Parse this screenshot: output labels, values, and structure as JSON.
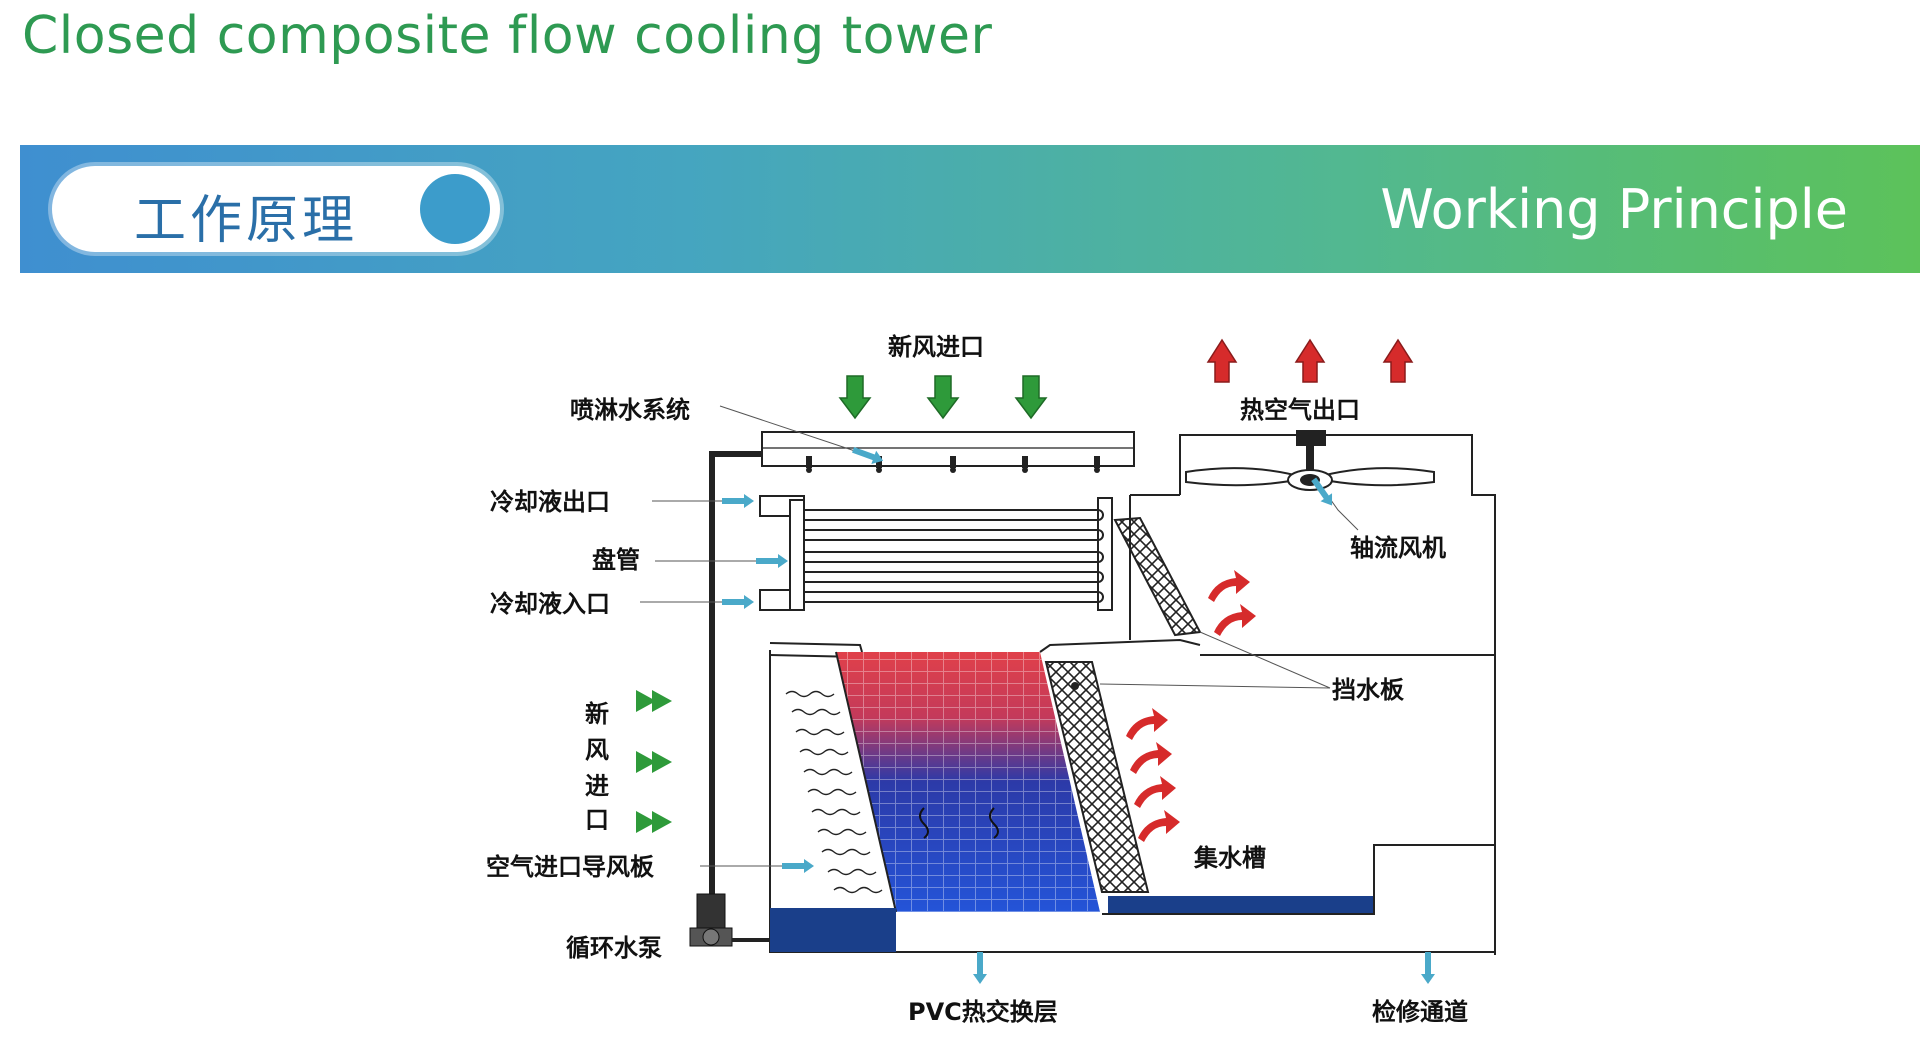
{
  "page": {
    "title": "Closed composite flow cooling tower",
    "section_cn": "工作原理",
    "section_en": "Working Principle"
  },
  "colors": {
    "title": "#2e9a52",
    "banner_start": "#3f8fd0",
    "banner_end": "#5cc25a",
    "hot_arrow": "#d62b2b",
    "fresh_arrow": "#2e9a3a",
    "pointer": "#4aa9c9",
    "fill_hot": "#e0404a",
    "fill_cold": "#2444c8",
    "basin_water": "#1a3f8a"
  },
  "diagram": {
    "labels": {
      "fresh_air_inlet_top": "新风进口",
      "hot_air_outlet": "热空气出口",
      "spray_system": "喷淋水系统",
      "coolant_outlet": "冷却液出口",
      "coil": "盘管",
      "coolant_inlet": "冷却液入口",
      "axial_fan": "轴流风机",
      "drift_eliminator": "挡水板",
      "fresh_air_inlet_side": [
        "新",
        "风",
        "进",
        "口"
      ],
      "air_inlet_louver": "空气进口导风板",
      "water_basin": "集水槽",
      "circulating_pump": "循环水泵",
      "pvc_fill": "PVC热交换层",
      "access_passage": "检修通道"
    },
    "icons": {
      "fresh_air_down": "green-down-arrow-icon",
      "fresh_air_right": "green-right-double-arrow-icon",
      "hot_air_up": "red-up-arrow-icon",
      "hot_air_curved": "red-curved-arrow-icon",
      "pointer": "blue-pointer-arrow-icon",
      "fan": "axial-fan-icon",
      "pump": "pump-icon"
    }
  }
}
